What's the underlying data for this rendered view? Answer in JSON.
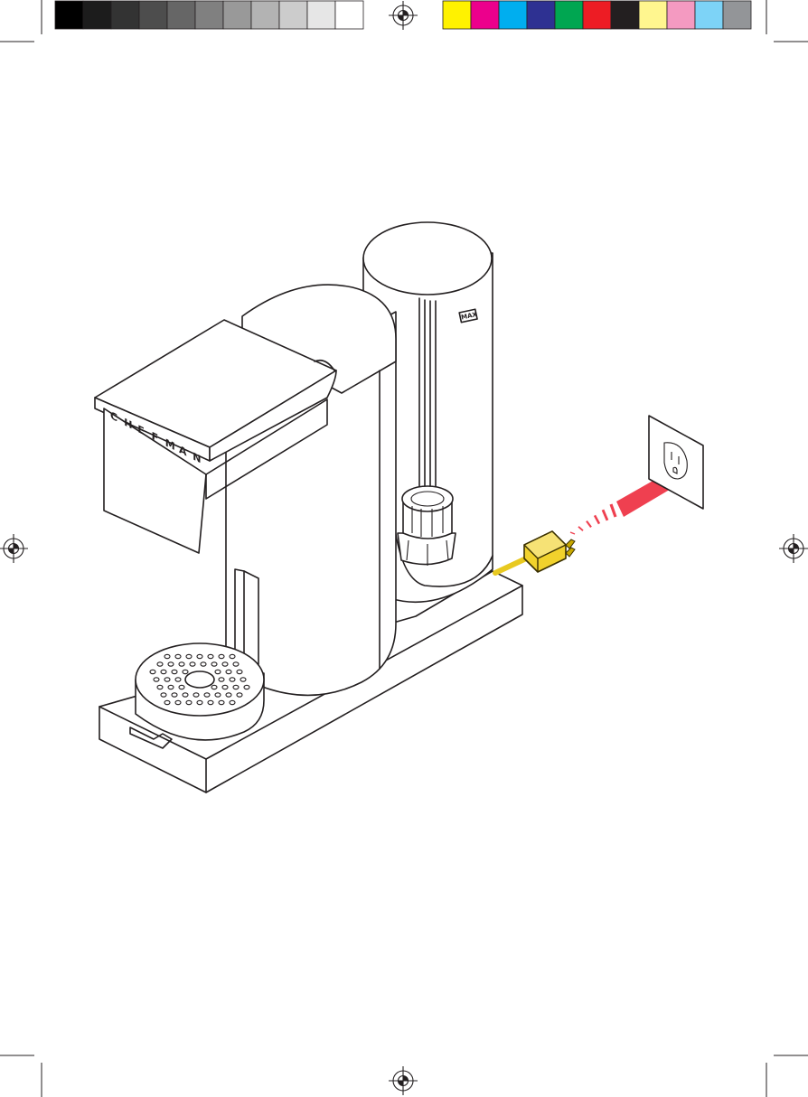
{
  "device": {
    "brand_letters": [
      "C",
      "H",
      "E",
      "F",
      "M",
      "A",
      "N"
    ],
    "reservoir_label": "MAX"
  },
  "print_marks": {
    "grayscale_swatches": [
      "#000000",
      "#1c1c1c",
      "#333333",
      "#4d4d4d",
      "#666666",
      "#808080",
      "#999999",
      "#b3b3b3",
      "#cccccc",
      "#e6e6e6",
      "#ffffff"
    ],
    "color_swatches": [
      "#fff200",
      "#ec008c",
      "#00aeef",
      "#2e3192",
      "#00a651",
      "#ed1c24",
      "#231f20",
      "#fff68f",
      "#f49ac1",
      "#7dd3f7",
      "#939598"
    ]
  },
  "colors": {
    "plug": "#f1d22c",
    "plug_stroke": "#3a3000",
    "cord": "#e8c920",
    "motion_arrow": "#ef4050",
    "line": "#231f20"
  }
}
